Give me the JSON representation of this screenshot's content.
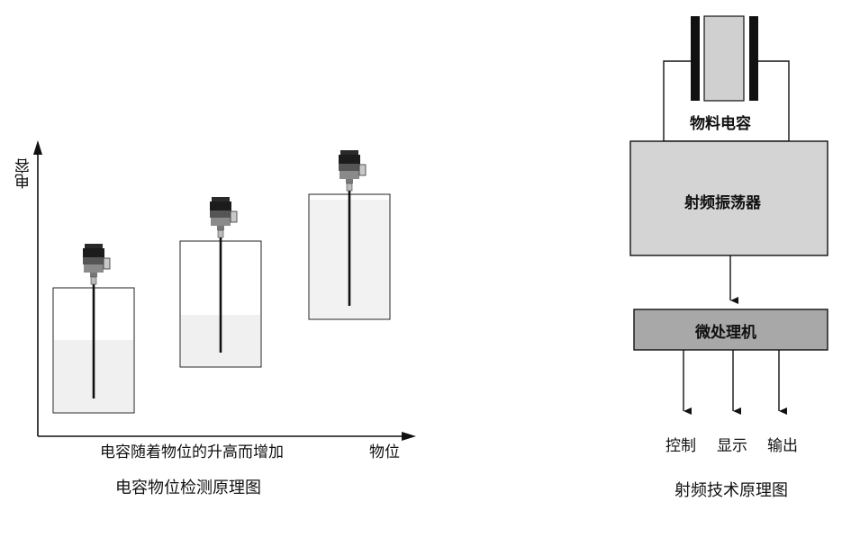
{
  "left_diagram": {
    "y_axis_label": "电容",
    "x_axis_label": "物位",
    "inner_caption": "电容随着物位的升高而增加",
    "caption": "电容物位检测原理图",
    "tanks": [
      {
        "name": "low-level-tank"
      },
      {
        "name": "mid-level-tank"
      },
      {
        "name": "high-level-tank"
      }
    ]
  },
  "right_diagram": {
    "caption": "射频技术原理图",
    "material_capacitor": "物料电容",
    "rf_oscillator": "射频振荡器",
    "microprocessor": "微处理机",
    "outputs": [
      "控制",
      "显示",
      "输出"
    ]
  },
  "colors": {
    "oscillator_fill": "#d4d4d4",
    "processor_fill": "#a8a8a8",
    "tank_fill": "#eeeeee",
    "line": "#111111"
  }
}
